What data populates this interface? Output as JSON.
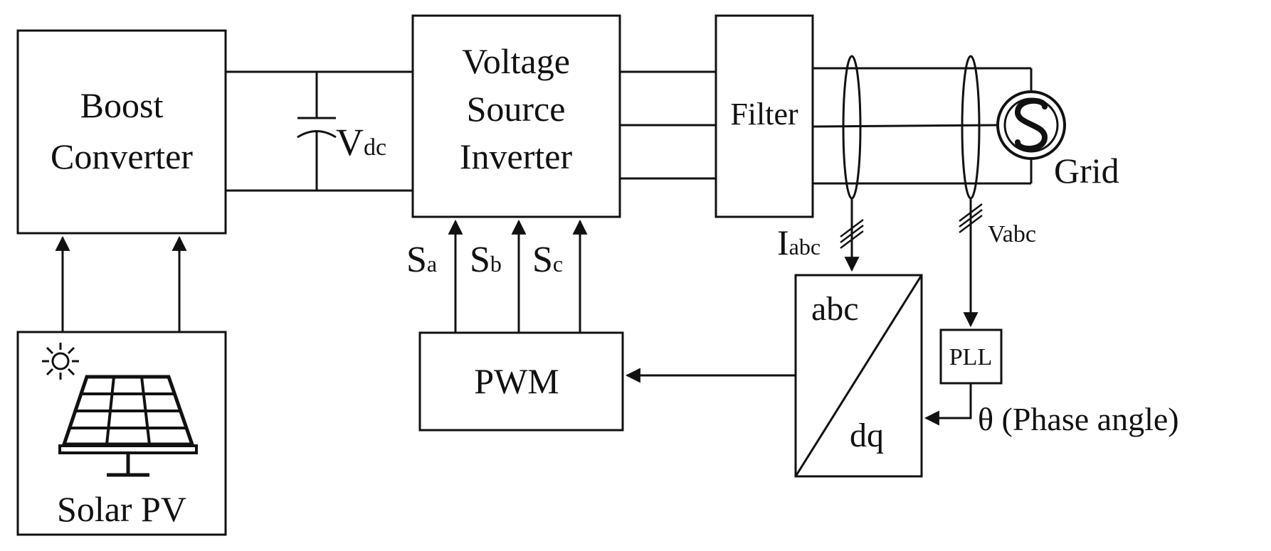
{
  "blocks": {
    "boost": {
      "line1": "Boost",
      "line2": "Converter"
    },
    "vsi": {
      "line1": "Voltage",
      "line2": "Source",
      "line3": "Inverter"
    },
    "filter": "Filter",
    "pwm": "PWM",
    "solar": "Solar PV",
    "abc_dq": {
      "top": "abc",
      "bottom": "dq"
    },
    "pll": "PLL"
  },
  "labels": {
    "vdc": {
      "main": "V",
      "sub": "dc"
    },
    "sa": {
      "main": "S",
      "sub": "a"
    },
    "sb": {
      "main": "S",
      "sub": "b"
    },
    "sc": {
      "main": "S",
      "sub": "c"
    },
    "iabc": {
      "main": "I",
      "sub": "abc"
    },
    "vabc": "Vabc",
    "grid": "Grid",
    "theta": "θ (Phase angle)"
  },
  "icons": [
    "sun-icon",
    "solar-panel-icon",
    "ac-source-icon",
    "capacitor-symbol"
  ]
}
